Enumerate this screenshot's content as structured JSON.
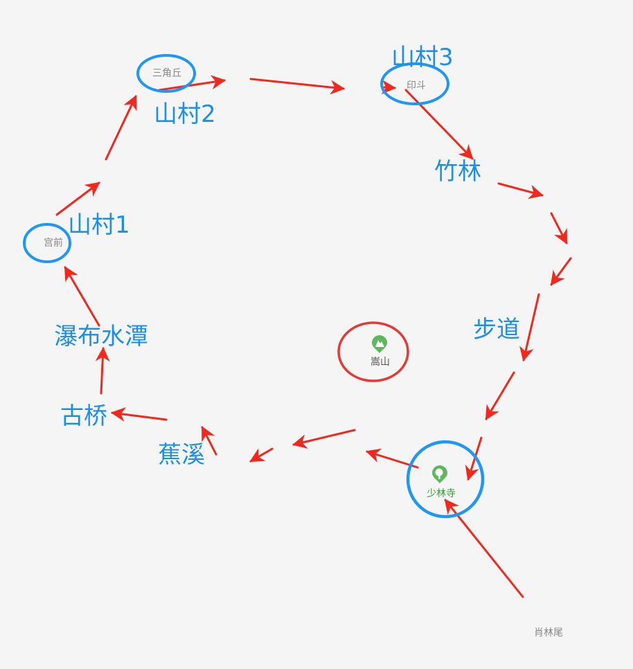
{
  "colors": {
    "background": "#f5f5f5",
    "annotation_blue": "#1e8fe6",
    "circle_blue": "#2196f3",
    "circle_red": "#e53935",
    "arrow_red": "#f0281e",
    "poi_green": "#5cb85c",
    "place_gray": "#888888"
  },
  "map_labels": {
    "sanjiaoqiu": "三角丘",
    "yindou": "印斗",
    "gongqian": "宫前",
    "songshan": "嵩山",
    "shaolinsi": "少林寺",
    "xiaolinwei": "肖林尾"
  },
  "annotations": {
    "shancun1": "山村1",
    "shancun2": "山村2",
    "shancun3": "山村3",
    "zhulin": "竹林",
    "budao": "步道",
    "pubu": "瀑布水潭",
    "guqiao": "古桥",
    "jiaoxi": "蕉溪"
  },
  "icons": {
    "songshan_marker": "mountain-pin-icon",
    "shaolinsi_marker": "tree-pin-icon"
  }
}
